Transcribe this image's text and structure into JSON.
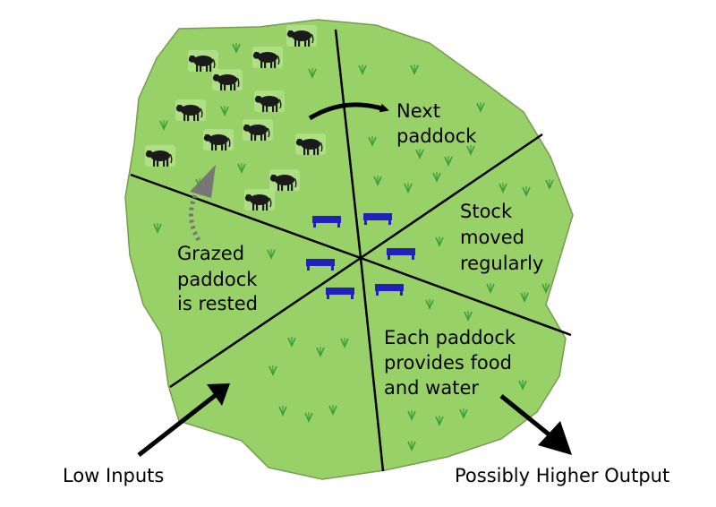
{
  "labels": {
    "next_paddock": [
      "Next",
      "paddock"
    ],
    "stock_moved": [
      "Stock",
      "moved",
      "regularly"
    ],
    "grazed_rested": [
      "Grazed",
      "paddock",
      "is rested"
    ],
    "each_paddock": [
      "Each paddock",
      "provides food",
      "and water"
    ],
    "low_inputs": "Low Inputs",
    "higher_output": "Possibly Higher Output"
  },
  "colors": {
    "field": "#98d167",
    "field_outline": "#7a9a50",
    "grass": "#3f9f3f",
    "trough": "#2222bb",
    "cow": "#1a1a1a",
    "cow_halo": "#b3e28a",
    "dotted_arrow": "#777777",
    "arrow": "#000000"
  },
  "icons": {
    "cow": "cow-icon",
    "trough": "water-trough-icon",
    "grass": "grass-tuft-icon"
  }
}
